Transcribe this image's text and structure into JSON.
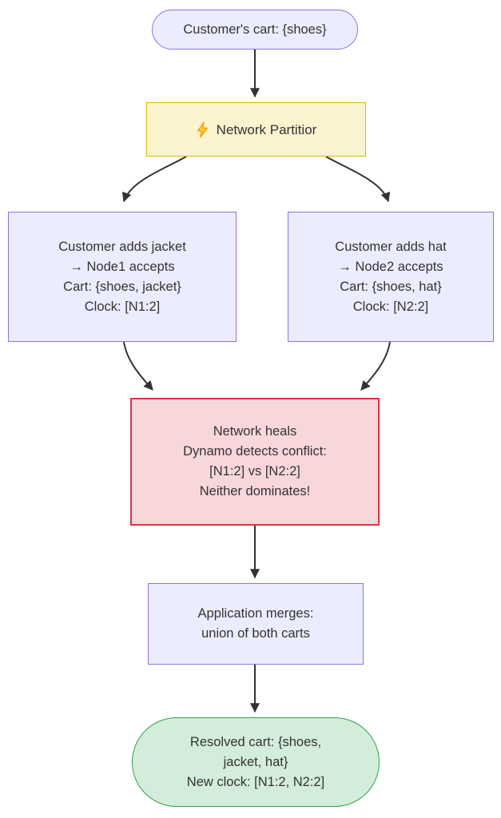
{
  "diagram": {
    "colors": {
      "background": "#ffffff",
      "text": "#333333",
      "edge": "#333333",
      "default_fill": "#ECECFF",
      "default_border": "#9370DB",
      "warning_fill": "#FCF3CF",
      "warning_border": "#EDB200",
      "bolt_fill": "#FFD43B",
      "bolt_stroke": "#F59F00",
      "danger_fill": "#F8D7DA",
      "danger_border": "#DC3545",
      "success_fill": "#D4EDDA",
      "success_border": "#2FA24F"
    },
    "nodes": {
      "start": {
        "label": "Customer's cart: {shoes}"
      },
      "partition": {
        "icon": "lightning-icon",
        "label": "Network Partitior"
      },
      "node1": {
        "lines": [
          "Customer adds jacket",
          "→ Node1 accepts",
          "Cart: {shoes, jacket}",
          "Clock: [N1:2]"
        ]
      },
      "node2": {
        "lines": [
          "Customer adds hat",
          "→ Node2 accepts",
          "Cart: {shoes, hat}",
          "Clock: [N2:2]"
        ]
      },
      "conflict": {
        "lines": [
          "Network heals",
          "Dynamo detects conflict:",
          "[N1:2] vs [N2:2]",
          "Neither dominates!"
        ]
      },
      "merge": {
        "lines": [
          "Application merges:",
          "union of both carts"
        ]
      },
      "resolved": {
        "lines": [
          "Resolved cart: {shoes,",
          "jacket, hat}",
          "New clock: [N1:2, N2:2]"
        ]
      }
    },
    "edges": [
      {
        "from": "start",
        "to": "partition"
      },
      {
        "from": "partition",
        "to": "node1"
      },
      {
        "from": "partition",
        "to": "node2"
      },
      {
        "from": "node1",
        "to": "conflict"
      },
      {
        "from": "node2",
        "to": "conflict"
      },
      {
        "from": "conflict",
        "to": "merge"
      },
      {
        "from": "merge",
        "to": "resolved"
      }
    ]
  }
}
